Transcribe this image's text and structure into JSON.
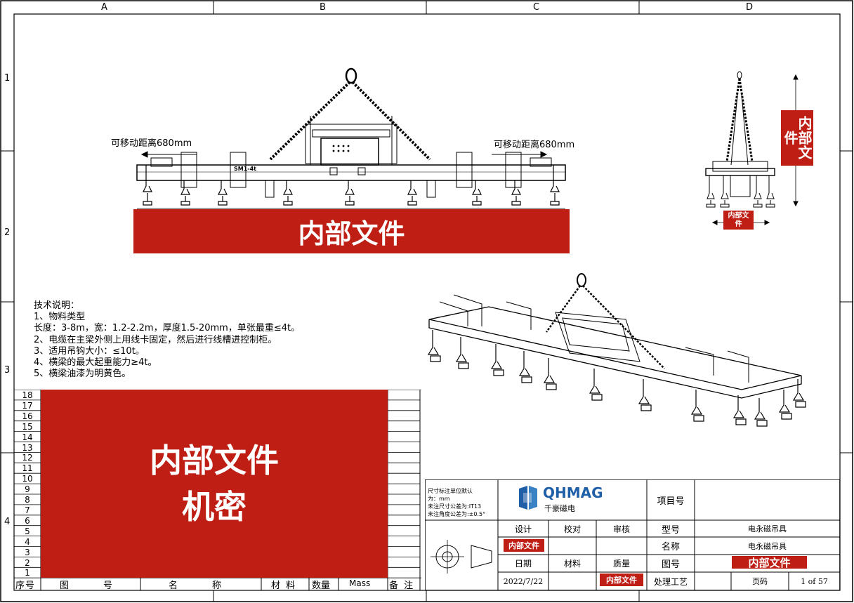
{
  "frame": {
    "columns": [
      "A",
      "B",
      "C",
      "D"
    ],
    "rows": [
      "1",
      "2",
      "3",
      "4"
    ]
  },
  "front_view": {
    "arrow_left_label": "可移动距离680mm",
    "arrow_right_label": "可移动距离680mm",
    "beam_marks": [
      "SM1-4t"
    ],
    "stamp": "内部文件"
  },
  "side_view": {
    "stamp_vertical": "内部文件",
    "stamp_small": "内部文件"
  },
  "tech_notes": {
    "title": "技术说明：",
    "lines": [
      "1、物料类型",
      "长度：3-8m，宽：1.2-2.2m，厚度1.5-20mm，单张最重≤4t。",
      "2、电缆在主梁外侧上用线卡固定，然后进行线槽进控制柜。",
      "3、适用吊钩大小：≤10t。",
      "4、横梁的最大起重能力≥4t。",
      "5、横梁油漆为明黄色。"
    ]
  },
  "bom": {
    "row_numbers": [
      "18",
      "17",
      "16",
      "15",
      "14",
      "13",
      "12",
      "11",
      "10",
      "9",
      "8",
      "7",
      "6",
      "5",
      "4",
      "3",
      "2",
      "1"
    ],
    "headers": [
      "序号",
      "图　号",
      "名　称",
      "材 料",
      "数量",
      "Mass",
      "备 注"
    ],
    "stamp_line1": "内部文件",
    "stamp_line2": "机密"
  },
  "title_block": {
    "notes": [
      "尺寸标注单位默认",
      "为：mm",
      "未注尺寸公差为:IT13",
      "未注角度公差为:±0.5°"
    ],
    "logo_text": "QHMAG",
    "logo_sub": "千豪磁电",
    "project_no_label": "项目号",
    "design_label": "设计",
    "check_label": "校对",
    "review_label": "审核",
    "model_label": "型号",
    "model_value": "电永磁吊具",
    "name_label": "名称",
    "name_value": "电永磁吊具",
    "designer_stamp": "内部文件",
    "date_label": "日期",
    "material_label": "材料",
    "quality_label": "质量",
    "drawing_no_label": "图号",
    "drawing_no_stamp": "内部文件",
    "date_value": "2022/7/22",
    "quality_stamp": "内部文件",
    "process_label": "处理工艺",
    "page_label": "页码",
    "page_value": "1 of 57"
  }
}
